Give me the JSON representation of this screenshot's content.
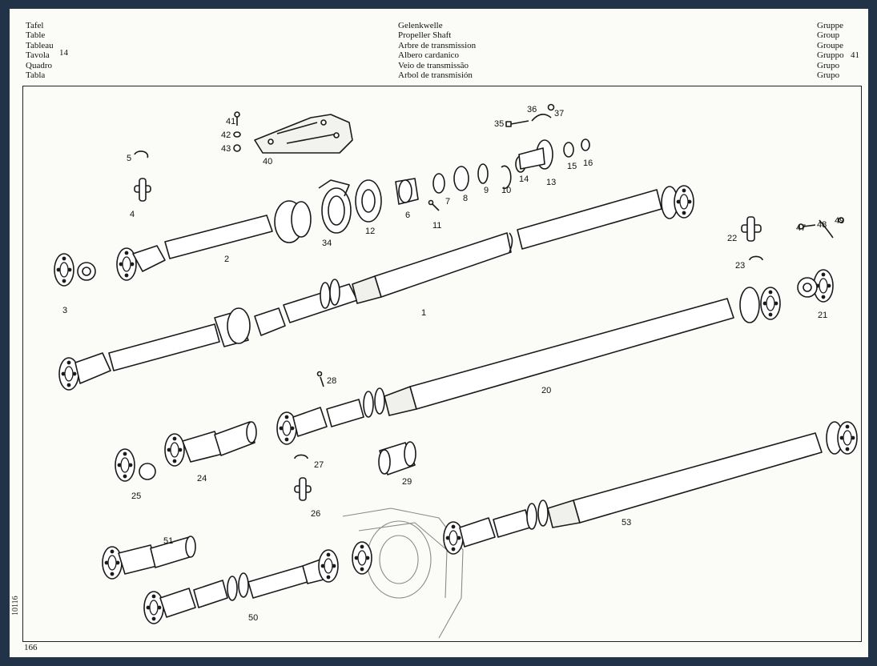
{
  "header": {
    "left": [
      "Tafel",
      "Table",
      "Tableau",
      "Tavola",
      "Quadro",
      "Tabla"
    ],
    "middle": [
      "Gelenkwelle",
      "Propeller Shaft",
      "Arbre de transmission",
      "Albero cardanico",
      "Veio de transmissão",
      "Arbol de transmisión"
    ],
    "right": [
      "Gruppe",
      "Group",
      "Groupe",
      "Gruppo",
      "Grupo",
      "Grupo"
    ],
    "table_number": "14",
    "group_number": "41"
  },
  "side_code": "10116",
  "page_number": "166",
  "parts": {
    "p1": "1",
    "p2": "2",
    "p3": "3",
    "p4": "4",
    "p5": "5",
    "p6": "6",
    "p7": "7",
    "p8": "8",
    "p9": "9",
    "p10": "10",
    "p11": "11",
    "p12": "12",
    "p13": "13",
    "p14": "14",
    "p15": "15",
    "p16": "16",
    "p20": "20",
    "p21": "21",
    "p22": "22",
    "p23": "23",
    "p24": "24",
    "p25": "25",
    "p26": "26",
    "p27": "27",
    "p28": "28",
    "p29": "29",
    "p34": "34",
    "p35": "35",
    "p36": "36",
    "p37": "37",
    "p40": "40",
    "p41": "41",
    "p42": "42",
    "p43": "43",
    "p47": "47",
    "p48": "48",
    "p49": "49",
    "p50": "50",
    "p51": "51",
    "p53": "53"
  },
  "colors": {
    "page": "#fbfbf8",
    "background": "#223347",
    "ink": "#1a1a1a"
  }
}
